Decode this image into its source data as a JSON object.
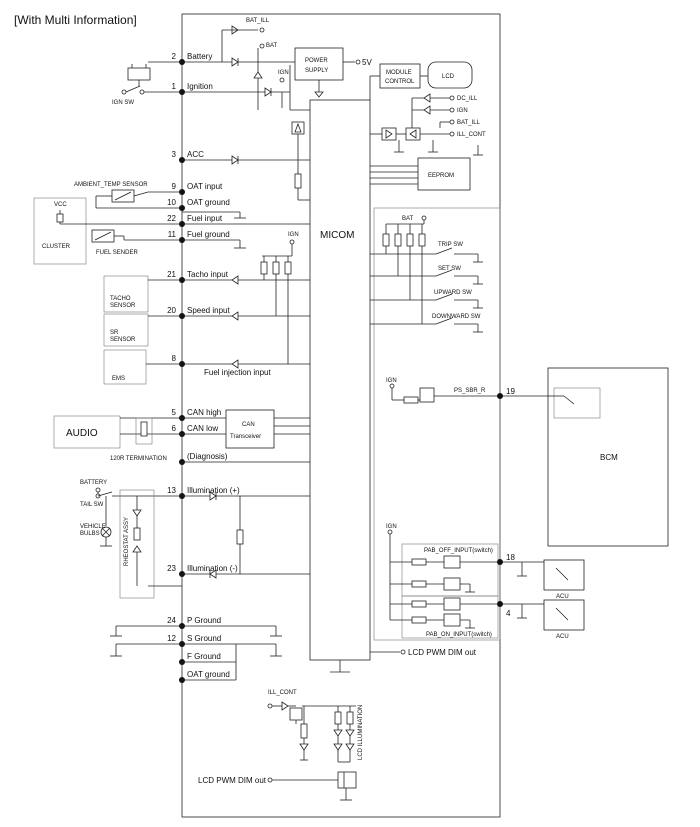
{
  "header": {
    "title": "[With Multi Information]"
  },
  "pins": [
    {
      "num": "2",
      "label": "Battery"
    },
    {
      "num": "1",
      "label": "Ignition"
    },
    {
      "num": "3",
      "label": "ACC"
    },
    {
      "num": "9",
      "label": "OAT input"
    },
    {
      "num": "10",
      "label": "OAT ground"
    },
    {
      "num": "22",
      "label": "Fuel input"
    },
    {
      "num": "11",
      "label": "Fuel ground"
    },
    {
      "num": "21",
      "label": "Tacho input"
    },
    {
      "num": "20",
      "label": "Speed input"
    },
    {
      "num": "8",
      "label": "Fuel injection input"
    },
    {
      "num": "5",
      "label": "CAN high"
    },
    {
      "num": "6",
      "label": "CAN low"
    },
    {
      "num": "",
      "label": "(Diagnosis)"
    },
    {
      "num": "13",
      "label": "Illumination (+)"
    },
    {
      "num": "23",
      "label": "Illumination (-)"
    },
    {
      "num": "24",
      "label": "P Ground"
    },
    {
      "num": "12",
      "label": "S Ground"
    },
    {
      "num": "",
      "label": "F Ground"
    },
    {
      "num": "",
      "label": "OAT ground"
    }
  ],
  "right_pins": [
    {
      "num": "19"
    },
    {
      "num": "18"
    },
    {
      "num": "4"
    }
  ],
  "blocks": {
    "power_supply": [
      "POWER",
      "SUPPLY"
    ],
    "five_volt": "5V",
    "module_control": [
      "MODULE",
      "CONTROL"
    ],
    "lcd": "LCD",
    "eeprom": "EEPROM",
    "micom": "MICOM",
    "can_transceiver": [
      "CAN",
      "Transceiver"
    ],
    "bcm": "BCM",
    "acu_1": "ACU",
    "acu_2": "ACU",
    "audio": "AUDIO",
    "cluster": "CLUSTER"
  },
  "small_labels": {
    "bat_ill": "BAT_ILL",
    "bat": "BAT",
    "ign": "IGN",
    "ign_sw": "IGN SW",
    "dc_ill": "DC_ILL",
    "ign2": "IGN",
    "bat_ill2": "BAT_ILL",
    "ill_cont": "ILL_CONT",
    "ambient_temp_sensor": "AMBIENT_TEMP SENSOR",
    "vcc": "VCC",
    "fuel_sender": "FUEL SENDER",
    "tacho_sensor": [
      "TACHO",
      "SENSOR"
    ],
    "sr_sensor": [
      "SR",
      "SENSOR"
    ],
    "ems": "EMS",
    "ign3": "IGN",
    "bat2": "BAT",
    "trip_sw": "TRIP SW",
    "set_sw": "SET SW",
    "upward_sw": "UPWARD SW",
    "downward_sw": "DOWNWARD SW",
    "ign4": "IGN",
    "ps_sbr_r": "PS_SBR_R",
    "termination": "120R TERMINATION",
    "battery": "BATTERY",
    "tail_sw": "TAIL SW",
    "vehicle_bulbs": [
      "VEHICLE",
      "BULBS"
    ],
    "rheostat": "RHEOSTAT ASSY",
    "ign5": "IGN",
    "pab_off": "PAB_OFF_INPUT(switch)",
    "pab_on": "PAB_ON_INPUT(switch)",
    "ill_cont2": "ILL_CONT",
    "lcd_illumination": "LCD ILLUMINATION",
    "lcd_pwm_dim_out_1": "LCD PWM DIM out",
    "lcd_pwm_dim_out_2": "LCD PWM DIM out"
  },
  "colors": {
    "line": "#222222",
    "background": "#ffffff"
  }
}
